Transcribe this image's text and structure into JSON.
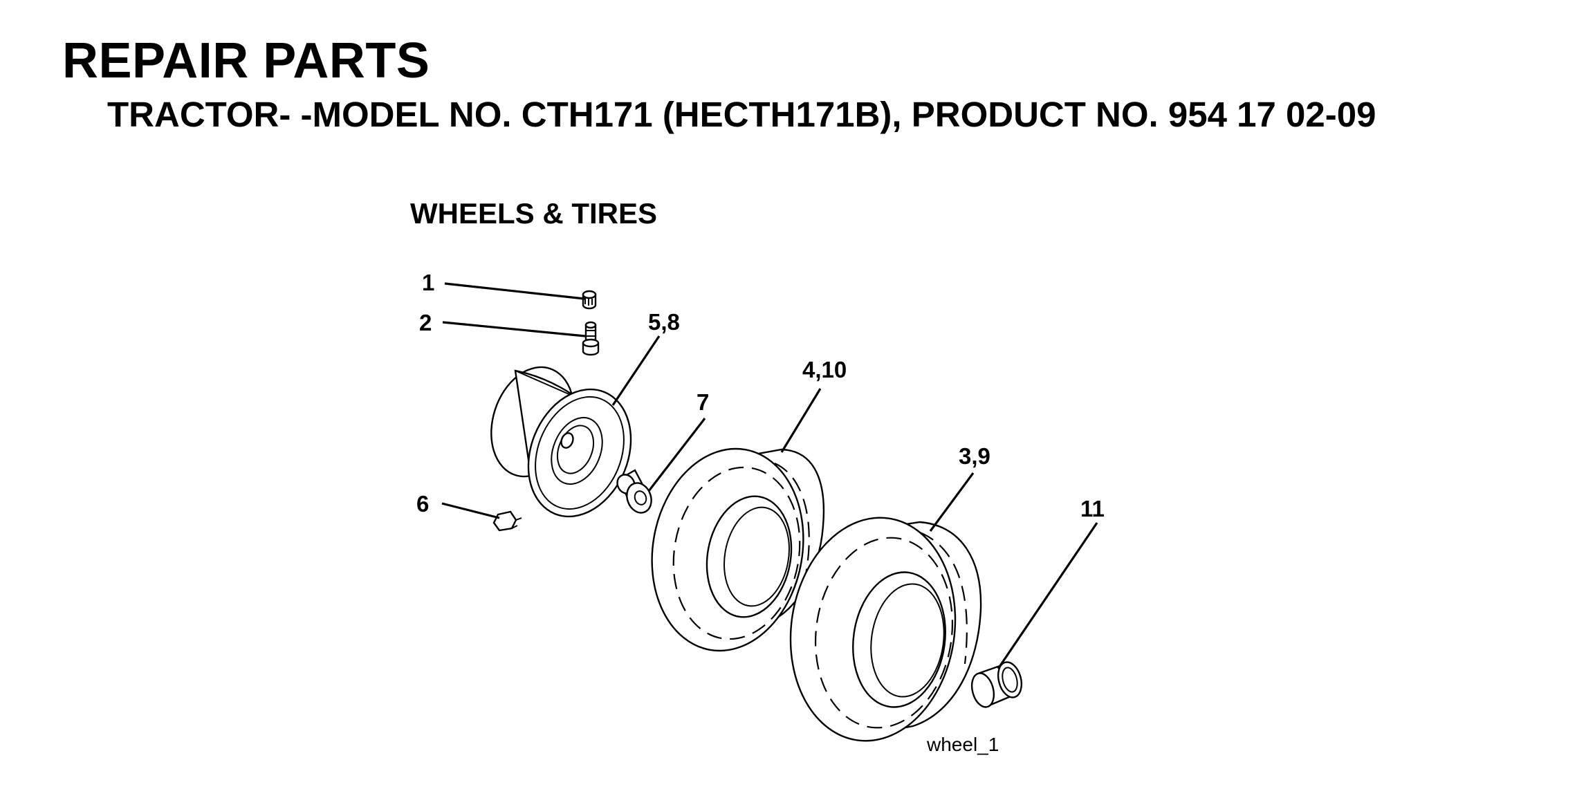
{
  "header": {
    "title": "REPAIR PARTS",
    "subtitle": "TRACTOR- -MODEL NO. CTH171 (HECTH171B), PRODUCT NO. 954 17 02-09"
  },
  "section": {
    "title": "WHEELS & TIRES"
  },
  "callouts": {
    "c1": "1",
    "c2": "2",
    "c5_8": "5,8",
    "c7": "7",
    "c4_10": "4,10",
    "c3_9": "3,9",
    "c6": "6",
    "c11": "11"
  },
  "figure": {
    "id": "wheel_1"
  }
}
